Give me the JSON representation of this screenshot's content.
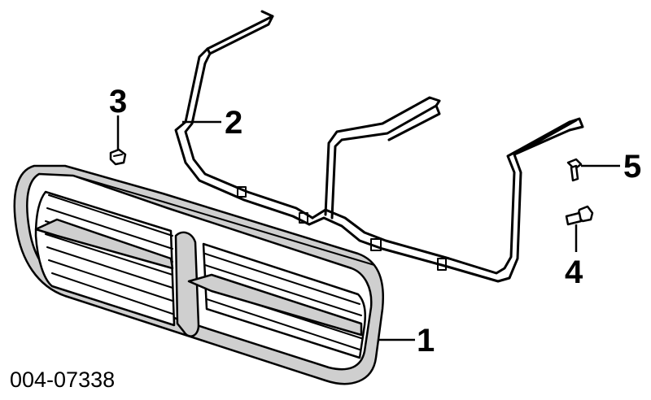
{
  "callouts": [
    {
      "id": "1",
      "label": "1"
    },
    {
      "id": "2",
      "label": "2"
    },
    {
      "id": "3",
      "label": "3"
    },
    {
      "id": "4",
      "label": "4"
    },
    {
      "id": "5",
      "label": "5"
    }
  ],
  "part_number": "004-07338"
}
